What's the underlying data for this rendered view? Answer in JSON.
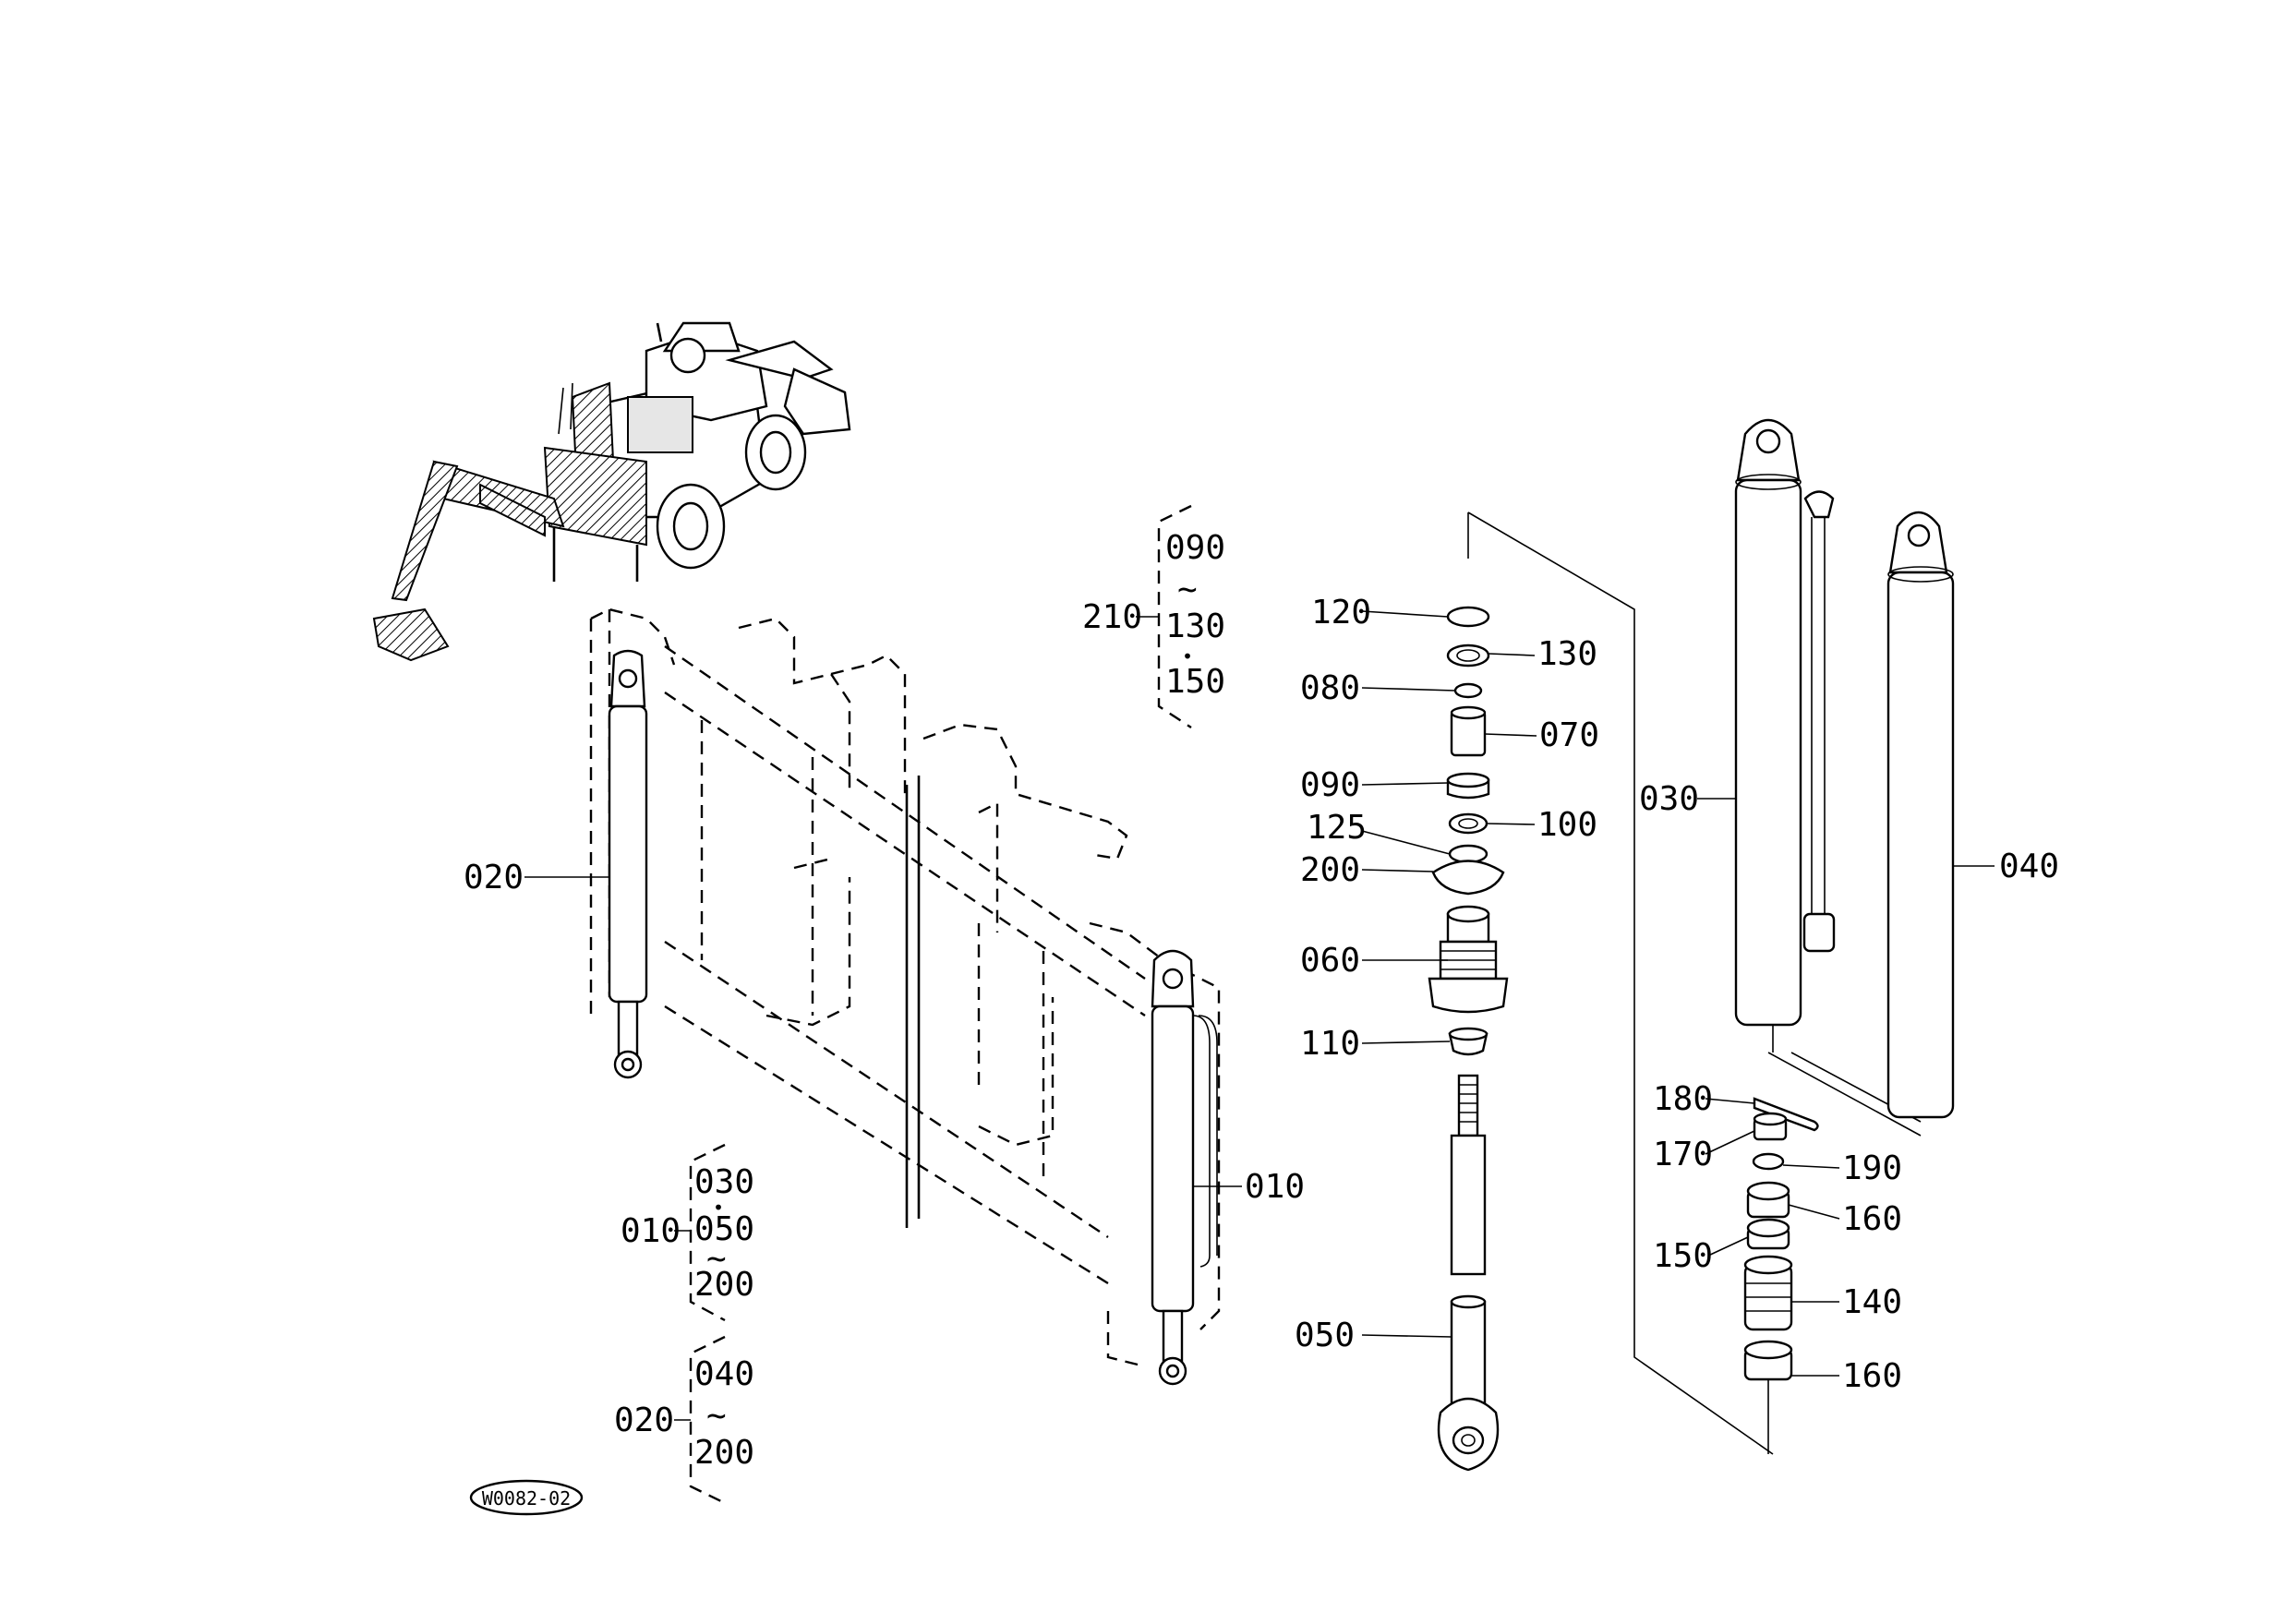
{
  "diagram_code": "W0082-02",
  "callouts": {
    "c120": "120",
    "c130": "130",
    "c080": "080",
    "c070": "070",
    "c090": "090",
    "c125": "125",
    "c100": "100",
    "c200": "200",
    "c060": "060",
    "c110": "110",
    "c050": "050",
    "c030": "030",
    "c040": "040",
    "c180": "180",
    "c170": "170",
    "c190": "190",
    "c160a": "160",
    "c150": "150",
    "c140": "140",
    "c160b": "160",
    "c020": "020",
    "c010": "010"
  },
  "kit_groups": {
    "g210": {
      "label": "210",
      "top": "090",
      "sep": "~",
      "mid": "130",
      "dot": "•",
      "bottom": "150"
    },
    "g010": {
      "label": "010",
      "top": "030",
      "dot": "•",
      "mid": "050",
      "sep": "~",
      "bottom": "200"
    },
    "g020": {
      "label": "020",
      "top": "040",
      "sep": "~",
      "bottom": "200"
    }
  }
}
